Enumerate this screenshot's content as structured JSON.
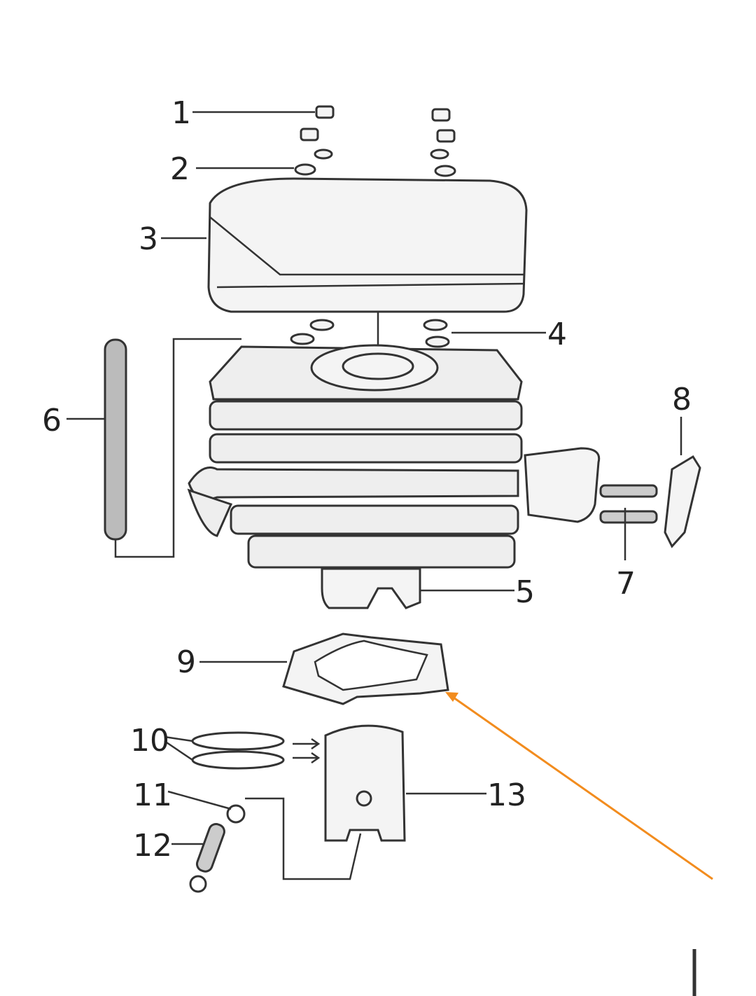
{
  "diagram": {
    "labels": [
      "1",
      "2",
      "3",
      "4",
      "5",
      "6",
      "7",
      "8",
      "9",
      "10",
      "11",
      "12",
      "13"
    ],
    "annotation_color": "#f28c1e"
  }
}
